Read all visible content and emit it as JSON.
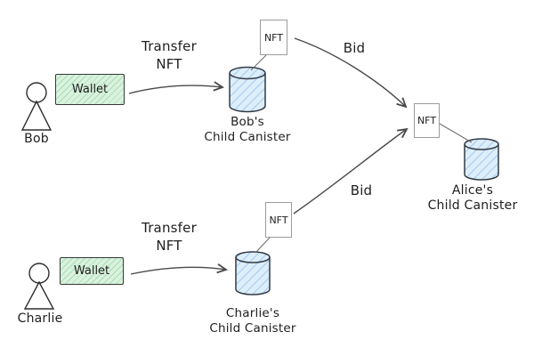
{
  "colors": {
    "background": "#ffffff",
    "text": "#1e1e1e",
    "wallet_fill": "#d9f2dd",
    "wallet_hatch": "#abdcb8",
    "wallet_border": "#383838",
    "canister_fill": "#ddeefb",
    "canister_hatch": "#a6ccee",
    "canister_stroke": "#323a45",
    "figure_stroke": "#2f2f2f",
    "nft_border": "#9b9b9b",
    "arrow": "#4a4a4a",
    "connector": "#6d6d6d"
  },
  "actors": {
    "bob": {
      "name": "Bob",
      "wallet": "Wallet"
    },
    "charlie": {
      "name": "Charlie",
      "wallet": "Wallet"
    }
  },
  "canisters": {
    "bob": {
      "line1": "Bob's",
      "line2": "Child Canister",
      "nft": "NFT"
    },
    "charlie": {
      "line1": "Charlie's",
      "line2": "Child Canister",
      "nft": "NFT"
    },
    "alice": {
      "line1": "Alice's",
      "line2": "Child Canister",
      "nft": "NFT"
    }
  },
  "edges": {
    "bob_transfer": {
      "line1": "Transfer",
      "line2": "NFT"
    },
    "charlie_transfer": {
      "line1": "Transfer",
      "line2": "NFT"
    },
    "bob_bid": "Bid",
    "charlie_bid": "Bid"
  }
}
